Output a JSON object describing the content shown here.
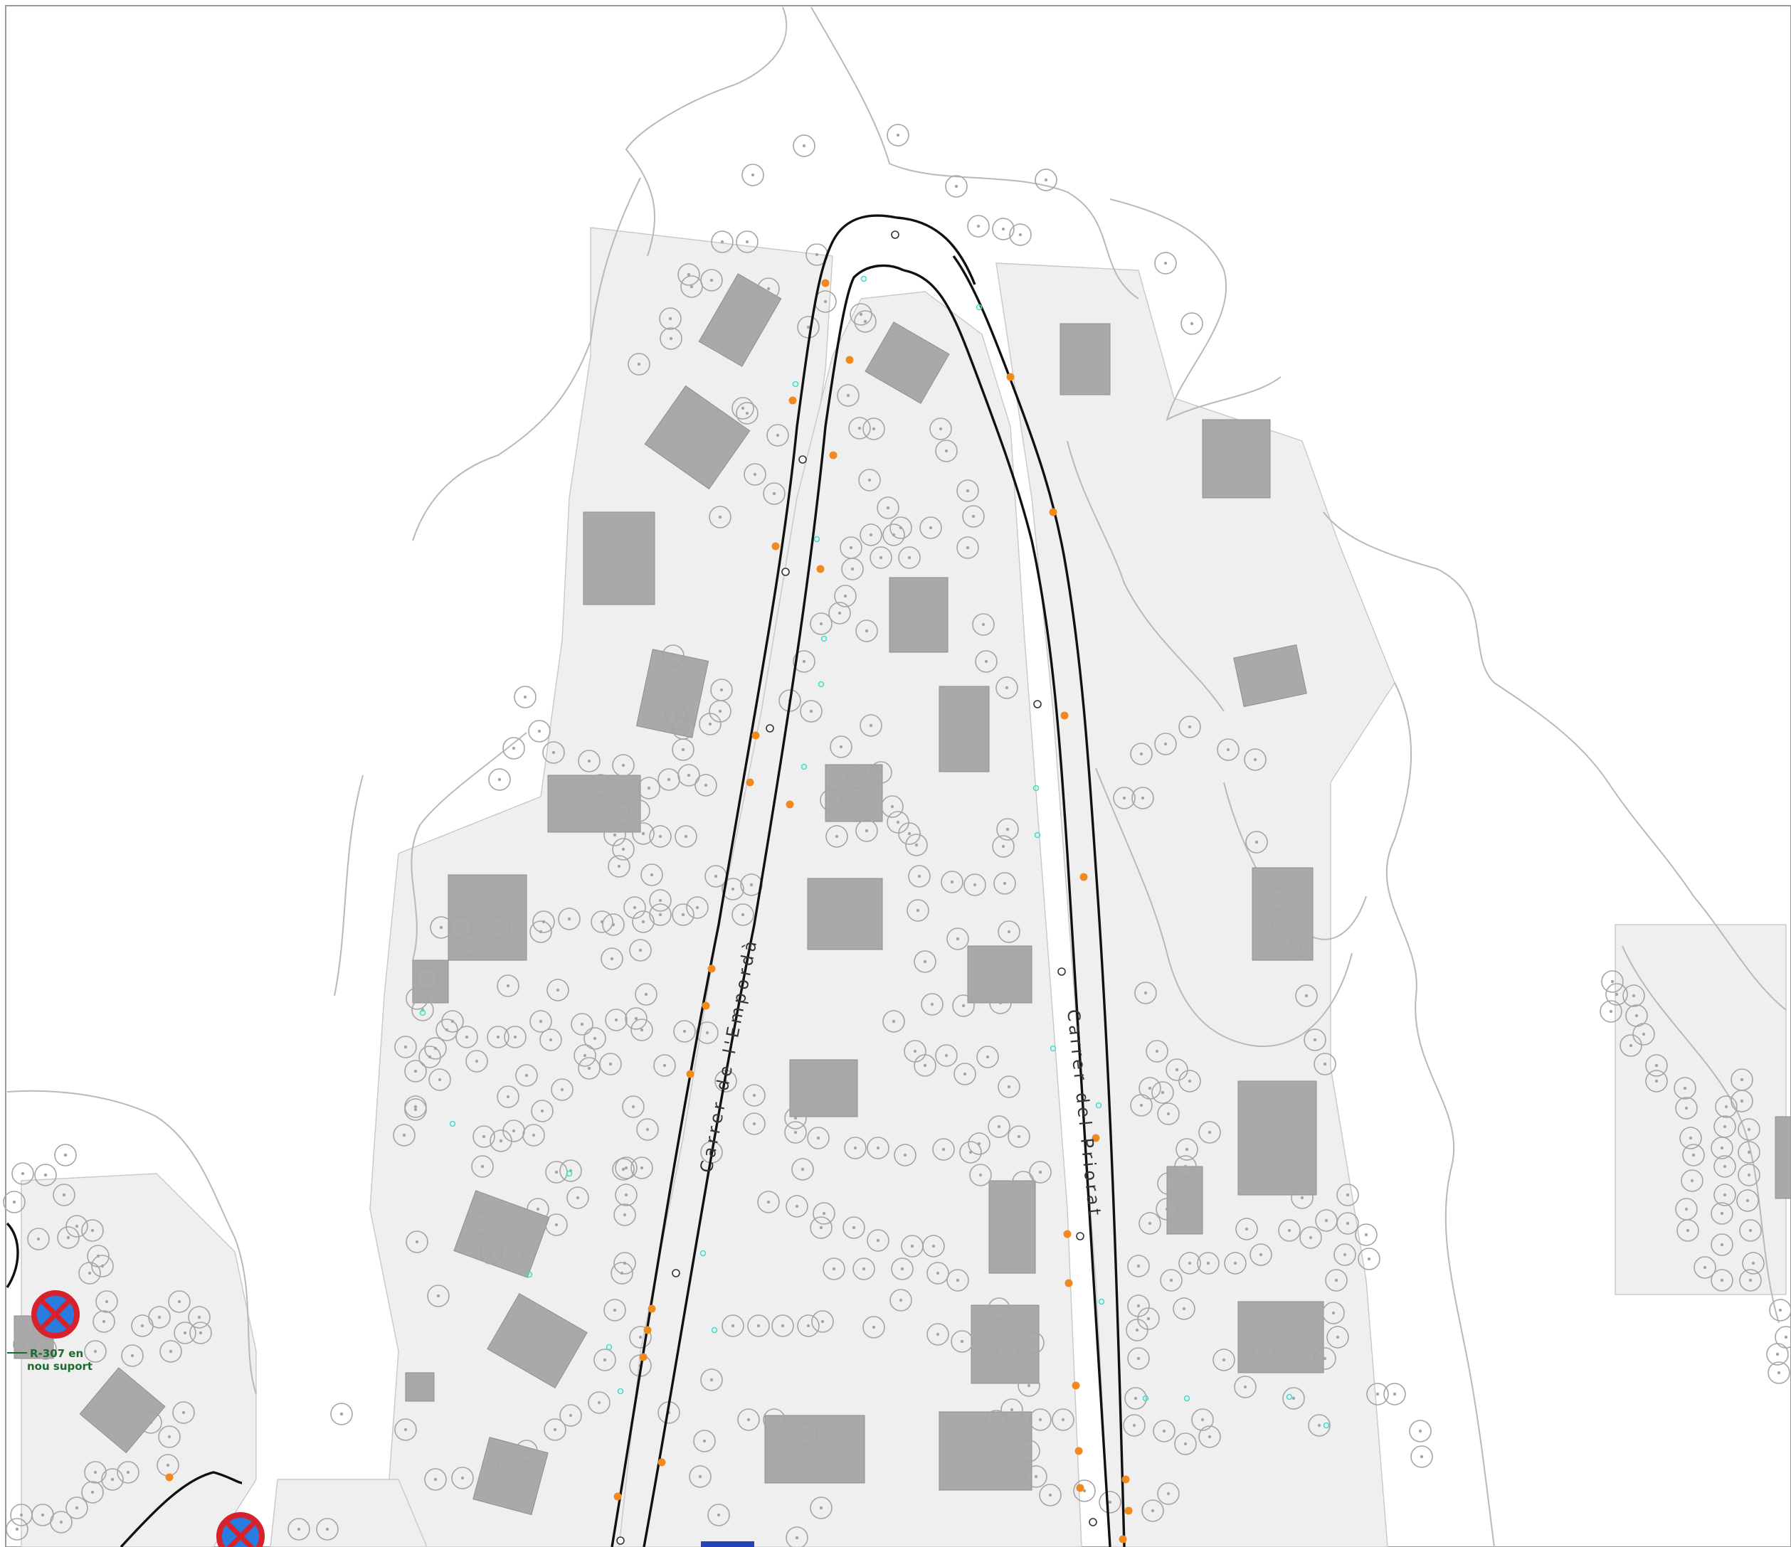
{
  "map": {
    "streets": [
      {
        "id": "emporda",
        "label": "Carrer de l'Empordà"
      },
      {
        "id": "priorat",
        "label": "Carrer del Priorat"
      }
    ],
    "sign": {
      "code_line": "R-307 en",
      "note_line": "nou suport"
    },
    "colors": {
      "parcel": "#efefef",
      "building": "#a9a9a9",
      "road": "#111111",
      "street_lamp": "#f08a1c",
      "hydrant": "#3fe0c7",
      "sign_ring": "#d7222c",
      "sign_fill": "#2a7de0",
      "sign_note": "#1d6b2f"
    },
    "legend_icons": [
      "no-parking-sign-icon",
      "street-lamp-icon",
      "tree-icon",
      "manhole-icon"
    ]
  }
}
